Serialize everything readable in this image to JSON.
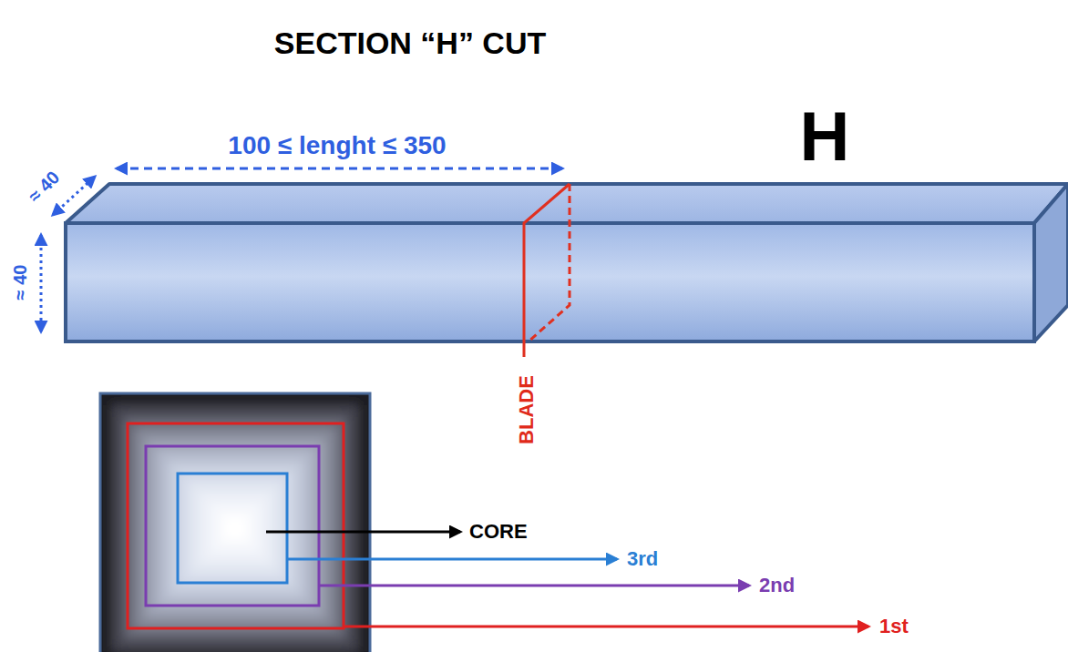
{
  "diagram": {
    "title": "SECTION “H” CUT",
    "labels": [
      "H",
      "100 ≤ lenght ≤ 350",
      "≈ 40",
      "≈ 40",
      "BLADE",
      "CORE",
      "3rd",
      "2nd",
      "1st"
    ]
  }
}
